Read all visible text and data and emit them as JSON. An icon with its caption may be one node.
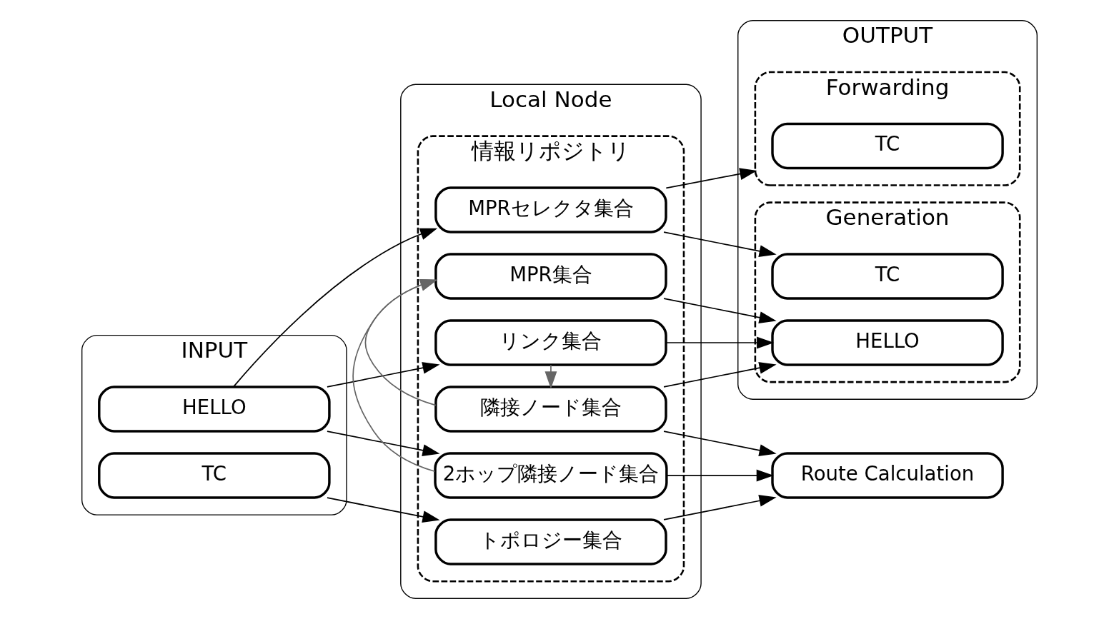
{
  "diagram": {
    "nodes": [
      {
        "text": [
          "INPUT"
        ]
      },
      {
        "text": [
          "HELLO"
        ],
        "in": 0
      },
      {
        "text": [
          "TC"
        ],
        "in": 0
      },
      {
        "text": [
          "Local Node"
        ]
      },
      {
        "text": [
          "情報リポジトリ"
        ],
        "in": 3
      },
      {
        "text": [
          "リンク集合"
        ],
        "in": 4
      },
      {
        "text": [
          "隣接ノード集合"
        ],
        "in": 4
      },
      {
        "text": [
          "2ホップ隣接ノード集合"
        ],
        "in": 4
      },
      {
        "text": [
          "MPR集合"
        ],
        "in": 4
      },
      {
        "text": [
          "MPRセレクタ集合"
        ],
        "in": 4
      },
      {
        "text": [
          "トポロジー集合"
        ],
        "in": 4
      },
      {
        "text": [
          "OUTPUT"
        ]
      },
      {
        "text": [
          "Generation"
        ],
        "in": 11
      },
      {
        "text": [
          "HELLO"
        ],
        "in": 12
      },
      {
        "text": [
          "TC"
        ],
        "in": 12
      },
      {
        "text": [
          "Forwarding"
        ],
        "in": 11
      },
      {
        "text": [
          "TC"
        ],
        "in": 15
      },
      {
        "text": [
          "Route Calculation"
        ]
      }
    ],
    "edges": [
      {
        "from": 1,
        "to": 5,
        "arrow": "to"
      },
      {
        "from": 1,
        "to": 7,
        "arrow": "to"
      },
      {
        "from": 1,
        "to": 9,
        "arrow": "to"
      },
      {
        "from": 2,
        "to": 10,
        "arrow": "to"
      },
      {
        "from": 5,
        "to": 6,
        "arrow": "to",
        "color": "#666666"
      },
      {
        "from": 6,
        "to": 8,
        "arrow": "to",
        "color": "#666666"
      },
      {
        "from": 7,
        "to": 8,
        "arrow": "to",
        "color": "#666666"
      },
      {
        "from": 5,
        "to": 13,
        "arrow": "to"
      },
      {
        "from": 6,
        "to": 13,
        "arrow": "to"
      },
      {
        "from": 8,
        "to": 13,
        "arrow": "to"
      },
      {
        "from": 9,
        "to": 14,
        "arrow": "to"
      },
      {
        "from": 9,
        "to": 15,
        "arrow": "to"
      },
      {
        "from": 6,
        "to": 17,
        "arrow": "to"
      },
      {
        "from": 7,
        "to": 17,
        "arrow": "to"
      },
      {
        "from": 10,
        "to": 17,
        "arrow": "to"
      }
    ]
  }
}
